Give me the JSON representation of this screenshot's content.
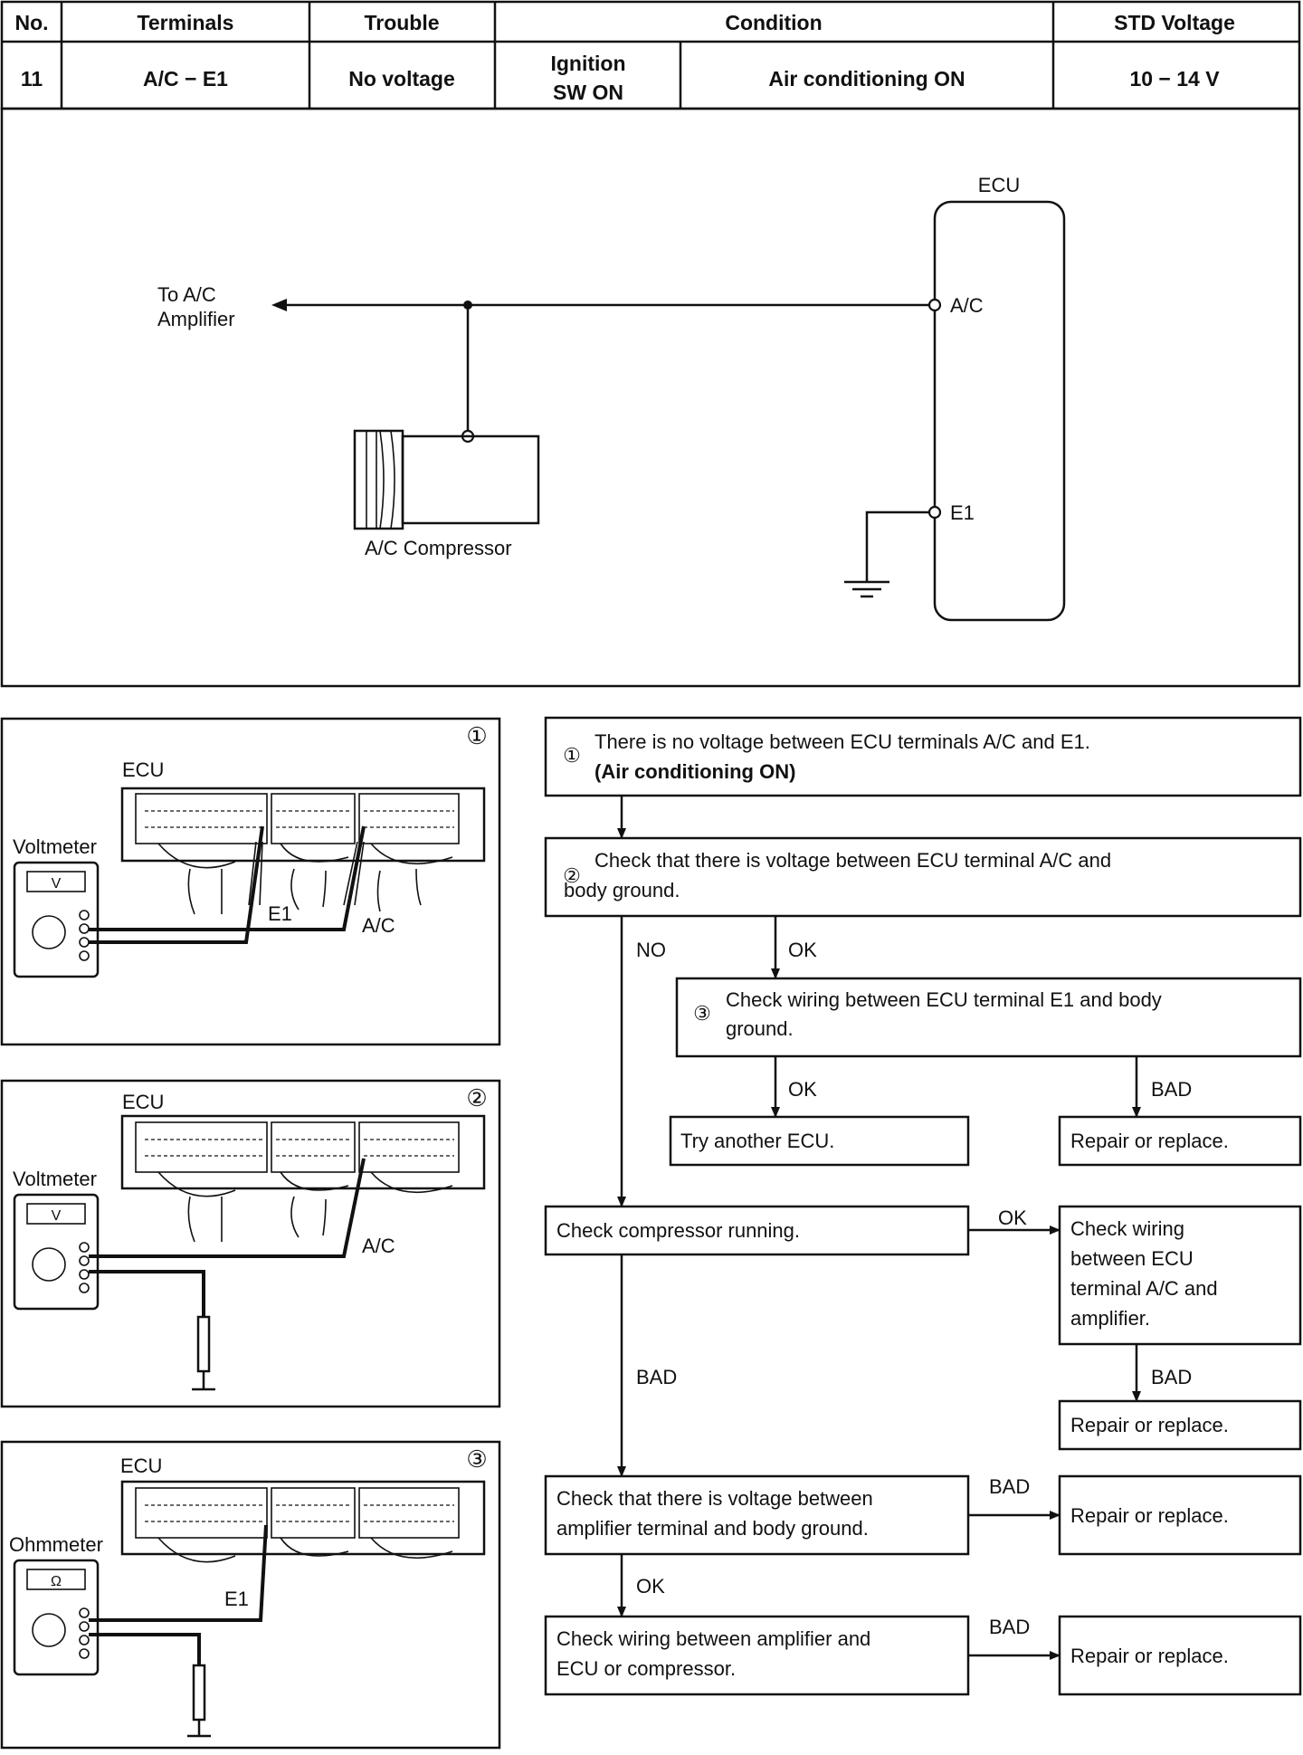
{
  "table": {
    "headers": [
      "No.",
      "Terminals",
      "Trouble",
      "Condition",
      "STD Voltage"
    ],
    "row": {
      "no": "11",
      "terminals": "A/C − E1",
      "trouble": "No voltage",
      "condition_a_line1": "Ignition",
      "condition_a_line2": "SW ON",
      "condition_b": "Air conditioning ON",
      "std_voltage": "10 − 14 V"
    }
  },
  "circuit": {
    "ecu_label": "ECU",
    "ac_terminal": "A/C",
    "e1_terminal": "E1",
    "amp_line1": "To A/C",
    "amp_line2": "Amplifier",
    "compressor_label": "A/C Compressor"
  },
  "panels": [
    {
      "number": "①",
      "ecu": "ECU",
      "meter": "Voltmeter",
      "meter_face": "V",
      "probe1": "E1",
      "probe2": "A/C"
    },
    {
      "number": "②",
      "ecu": "ECU",
      "meter": "Voltmeter",
      "meter_face": "V",
      "probe1": "A/C"
    },
    {
      "number": "③",
      "ecu": "ECU",
      "meter": "Ohmmeter",
      "meter_face": "Ω",
      "probe1": "E1"
    }
  ],
  "flow": {
    "step1": {
      "num": "①",
      "line1": "There is no voltage between ECU terminals A/C and E1.",
      "line2": "(Air conditioning ON)"
    },
    "step2": {
      "num": "②",
      "line1": "Check that there is voltage between ECU terminal A/C and",
      "line2": "body ground."
    },
    "step3": {
      "num": "③",
      "line1": "Check wiring between ECU terminal E1 and body",
      "line2": "ground."
    },
    "try_ecu": "Try another ECU.",
    "repair": "Repair or replace.",
    "check_compressor": "Check compressor running.",
    "check_wiring_amp": [
      "Check wiring",
      "between ECU",
      "terminal A/C and",
      "amplifier."
    ],
    "check_amp_voltage": [
      "Check that there is voltage between",
      "amplifier terminal and body ground."
    ],
    "check_wiring_final": [
      "Check wiring between amplifier and",
      "ECU or compressor."
    ],
    "labels": {
      "no": "NO",
      "ok": "OK",
      "bad": "BAD"
    }
  }
}
